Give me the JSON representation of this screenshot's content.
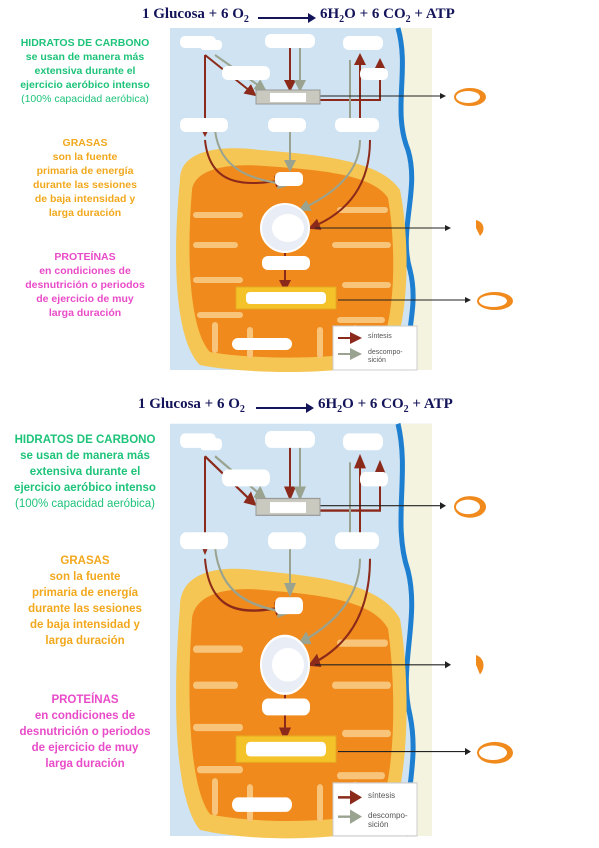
{
  "equation": {
    "reactants": "1 Glucosa + 6 O",
    "o2_sub": "2",
    "products_water": "6H",
    "water_sub": "2",
    "products_rest": "O + 6 CO",
    "co2_sub": "2",
    "products_atp": " + ATP"
  },
  "carbs": {
    "heading": "HIDRATOS DE CARBONO",
    "line1": "se usan de manera más",
    "line2": "extensiva durante el",
    "line3": "ejercicio aeróbico intenso",
    "line4": "(100% capacidad aeróbica)"
  },
  "fats": {
    "heading": "GRASAS",
    "line1": "son la fuente",
    "line2": "primaria de energía",
    "line3": "durante las sesiones",
    "line4": "de baja intensidad y",
    "line5": "larga duración"
  },
  "proteins": {
    "heading": "PROTEÍNAS",
    "line1": "en condiciones de",
    "line2": "desnutrición o periodos",
    "line3": "de ejercicio de muy",
    "line4": "larga duración"
  },
  "legend": {
    "synthesis": "síntesis",
    "breakdown_line1": "descompo-",
    "breakdown_line2": "sición"
  },
  "colors": {
    "synthesis_arrow": "#8b2a1a",
    "breakdown_arrow": "#9aa38f",
    "mitochondria_outer": "#f5c653",
    "mitochondria_inner": "#f08a1c",
    "cytoplasm": "#cfe3f2",
    "membrane": "#1e7fd0",
    "carbs_text": "#1ec37a",
    "fats_text": "#f2a81c",
    "proteins_text": "#e94bc8"
  }
}
